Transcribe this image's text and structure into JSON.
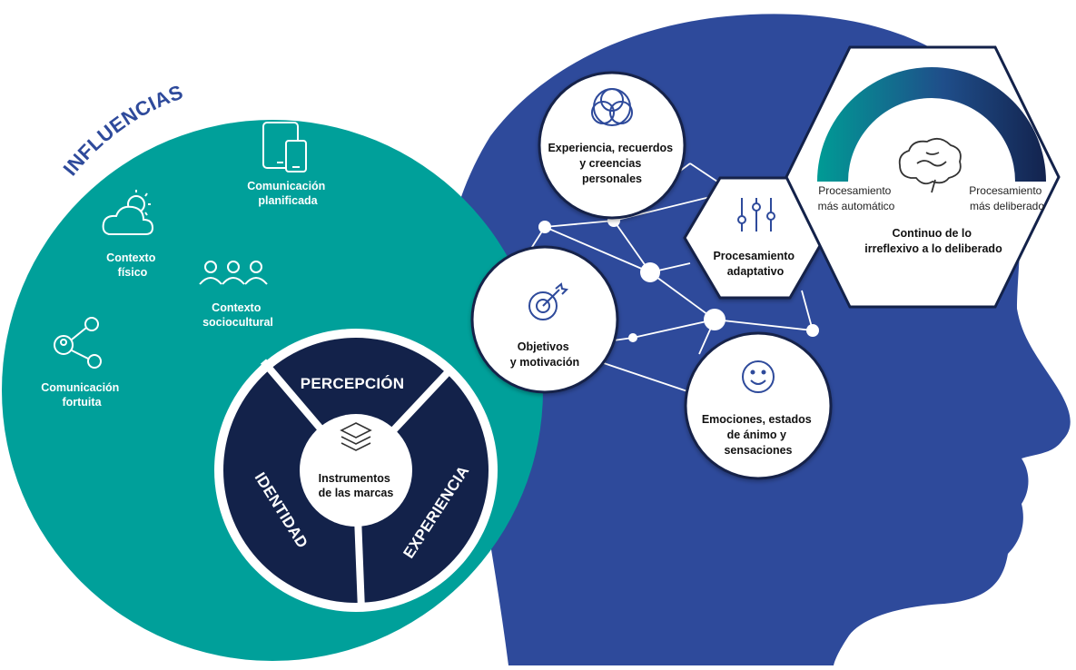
{
  "title": "INFLUENCIAS",
  "influences": {
    "planned": [
      "Comunicación",
      "planificada"
    ],
    "physical": [
      "Contexto",
      "físico"
    ],
    "sociocultural": [
      "Contexto",
      "sociocultural"
    ],
    "fortuitous": [
      "Comunicación",
      "fortuita"
    ]
  },
  "brand_tools": {
    "center": [
      "Instrumentos",
      "de las marcas"
    ],
    "segments": [
      "PERCEPCIÓN",
      "IDENTIDAD",
      "EXPERIENCIA"
    ]
  },
  "nodes": {
    "experience": [
      "Experiencia, recuerdos",
      "y creencias",
      "personales"
    ],
    "objectives": [
      "Objetivos",
      "y motivación"
    ],
    "emotions": [
      "Emociones, estados",
      "de ánimo y",
      "sensaciones"
    ],
    "adaptive": [
      "Procesamiento",
      "adaptativo"
    ]
  },
  "continuum": {
    "left": [
      "Procesamiento",
      "más automático"
    ],
    "right": [
      "Procesamiento",
      "más deliberado"
    ],
    "caption": [
      "Continuo de lo",
      "irreflexivo a lo deliberado"
    ]
  },
  "colors": {
    "teal": "#00a09a",
    "head_blue": "#2e4a9b",
    "navy": "#13224a",
    "gradient_start": "#009b95",
    "gradient_end": "#13234e"
  }
}
